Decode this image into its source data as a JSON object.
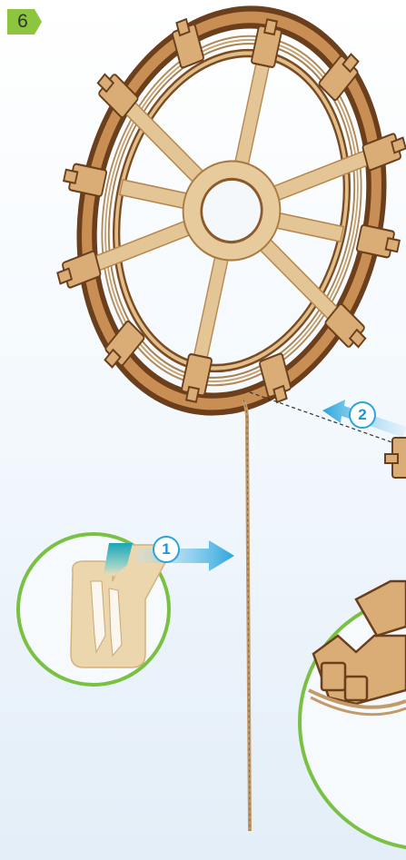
{
  "step": {
    "number": "6"
  },
  "callouts": [
    {
      "label": "1"
    },
    {
      "label": "2"
    }
  ],
  "colors": {
    "step_badge": "#8cc63f",
    "callout_blue": "#29a5dc",
    "detail_circle": "#7ac143",
    "wood_light": "#e4c596",
    "wood_dark": "#7a4a22"
  },
  "icons": {
    "wheel": "wooden-wheel-illustration",
    "string": "twine-string",
    "tab_detail": "wooden-tab-detail",
    "arrow_1": "arrow-right-icon",
    "arrow_2": "arrow-left-icon"
  }
}
